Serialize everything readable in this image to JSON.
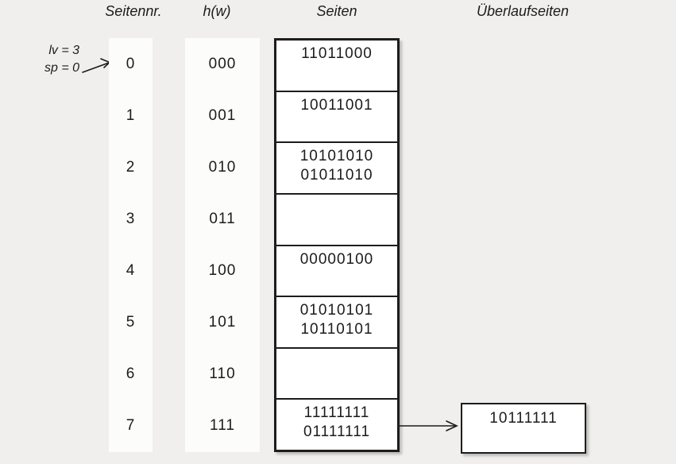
{
  "colors": {
    "background": "#f0efed",
    "strip": "#fcfcfb",
    "box_fill": "#ffffff",
    "line": "#1d1d1d",
    "text": "#1c1c1c"
  },
  "headers": {
    "page_no": "Seitennr.",
    "hash": "h(w)",
    "pages": "Seiten",
    "overflow": "Überlaufseiten"
  },
  "annotation": {
    "level": "lv = 3",
    "split_pointer": "sp = 0"
  },
  "rows": [
    {
      "page_no": "0",
      "hash": "000",
      "values": [
        "11011000"
      ]
    },
    {
      "page_no": "1",
      "hash": "001",
      "values": [
        "10011001"
      ]
    },
    {
      "page_no": "2",
      "hash": "010",
      "values": [
        "10101010",
        "01011010"
      ]
    },
    {
      "page_no": "3",
      "hash": "011",
      "values": []
    },
    {
      "page_no": "4",
      "hash": "100",
      "values": [
        "00000100"
      ]
    },
    {
      "page_no": "5",
      "hash": "101",
      "values": [
        "01010101",
        "10110101"
      ]
    },
    {
      "page_no": "6",
      "hash": "110",
      "values": []
    },
    {
      "page_no": "7",
      "hash": "111",
      "values": [
        "11111111",
        "01111111"
      ]
    }
  ],
  "overflow_pages": [
    {
      "linked_row": "7",
      "values": [
        "10111111"
      ]
    }
  ]
}
